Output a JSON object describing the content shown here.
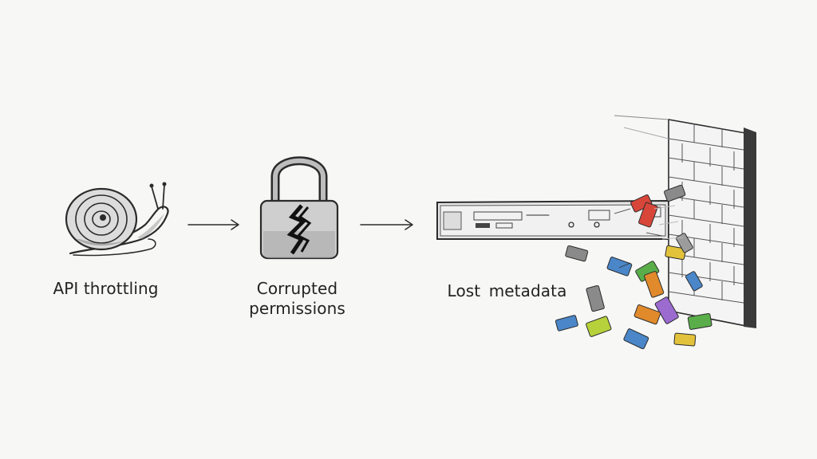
{
  "steps": [
    {
      "label": "API throttling",
      "icon": "snail-icon"
    },
    {
      "label": "Corrupted permissions",
      "icon": "broken-lock-icon"
    },
    {
      "label": "Lost metadata",
      "icon": "shredded-tags-icon"
    }
  ],
  "colors": {
    "ink": "#2b2b2b",
    "background": "#f7f7f6",
    "tag_red": "#d8463a",
    "tag_blue": "#4a86c8",
    "tag_green": "#5aae4a",
    "tag_orange": "#e08a2c",
    "tag_purple": "#9b6bd0",
    "tag_yellow": "#e2c23a",
    "tag_gray": "#8a8a8a"
  }
}
